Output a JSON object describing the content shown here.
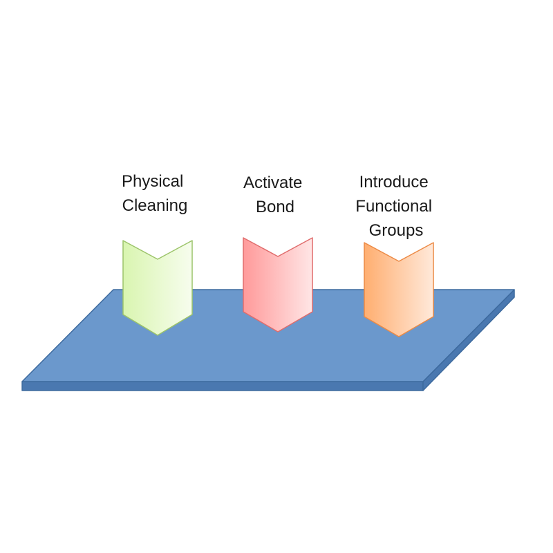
{
  "colors": {
    "background": "#ffffff",
    "surface_top": "#6b98cc",
    "surface_edge": "#4a78b0",
    "surface_stroke": "#3d6a9e",
    "text": "#1a1a1a"
  },
  "steps": [
    {
      "label_lines": [
        "Physical",
        "Cleaning"
      ],
      "fill_from": "#d9f5b0",
      "fill_to": "#f7fdee",
      "stroke": "#9cc46a"
    },
    {
      "label_lines": [
        "Activate",
        "Bond"
      ],
      "fill_from": "#ff9a9a",
      "fill_to": "#ffe6e6",
      "stroke": "#e06c6c"
    },
    {
      "label_lines": [
        "Introduce",
        "Functional",
        "Groups"
      ],
      "fill_from": "#ffae70",
      "fill_to": "#ffe9da",
      "stroke": "#ec8a45"
    }
  ]
}
